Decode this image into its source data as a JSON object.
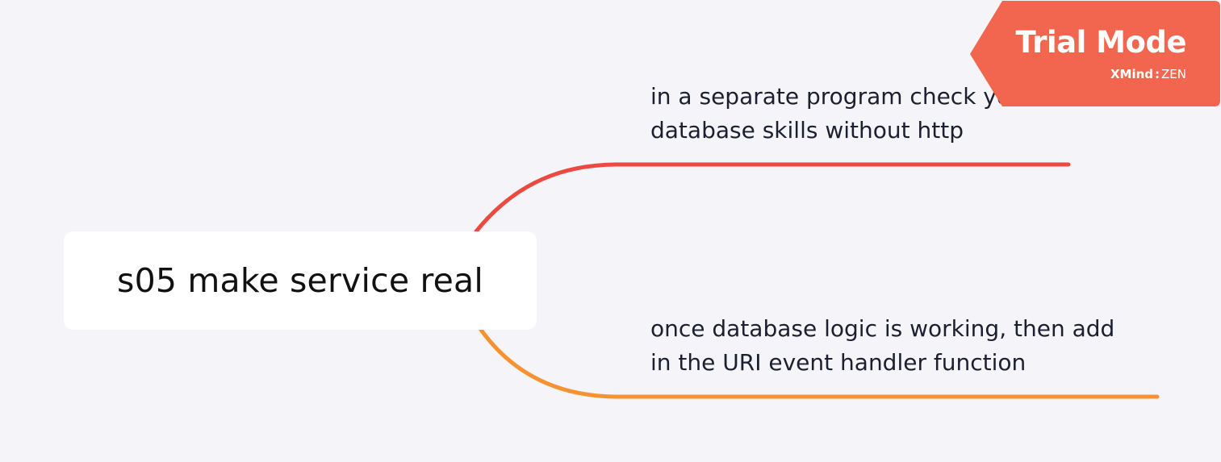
{
  "mindmap": {
    "central_topic": "s05 make service real",
    "subtopics": [
      {
        "lines": [
          "in a separate program check your",
          "database skills without http"
        ],
        "branch_color": "#ec4a40"
      },
      {
        "lines": [
          "once database logic is working, then add",
          "in the URI event handler function"
        ],
        "branch_color": "#f79232"
      }
    ]
  },
  "watermark": {
    "title": "Trial Mode",
    "brand": "XMind",
    "separator": ":",
    "edition": "ZEN",
    "color": "#f2664f"
  }
}
